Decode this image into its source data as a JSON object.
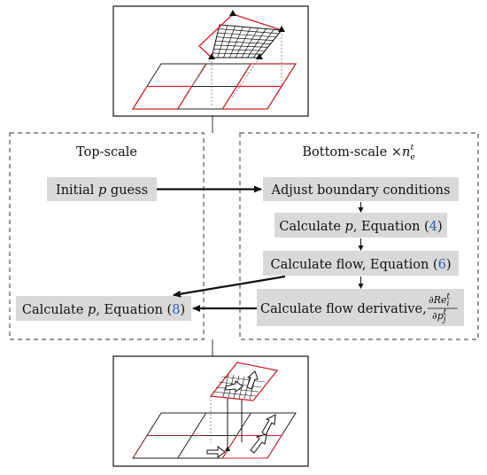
{
  "panels": {
    "top_title": "Top-scale",
    "bottom_title_prefix": "Bottom-scale ×",
    "bottom_title_var": "n",
    "bottom_title_sub": "e",
    "bottom_title_sup": "t"
  },
  "boxes": {
    "initial_guess": {
      "prefix": "Initial ",
      "var": "p",
      "suffix": " guess"
    },
    "adjust_bc": {
      "text": "Adjust boundary conditions"
    },
    "calc_p_bottom": {
      "prefix": "Calculate ",
      "var": "p",
      "mid": ", Equation (",
      "ref": "4",
      "suffix": ")"
    },
    "calc_flow": {
      "prefix": "Calculate flow, Equation (",
      "ref": "6",
      "suffix": ")"
    },
    "calc_flow_deriv": {
      "prefix": "Calculate flow derivative, ",
      "num": "∂Re",
      "num_sub": "i",
      "num_sup": "t",
      "den": "∂p",
      "den_sub": "j",
      "den_sup": "t"
    },
    "calc_p_top": {
      "prefix": "Calculate ",
      "var": "p",
      "mid": ", Equation (",
      "ref": "8",
      "suffix": ")"
    }
  },
  "colors": {
    "box_fill": "#d9d9d9",
    "accent_red": "#d0202a",
    "reference_blue": "#2a5db0",
    "line": "#111111"
  }
}
